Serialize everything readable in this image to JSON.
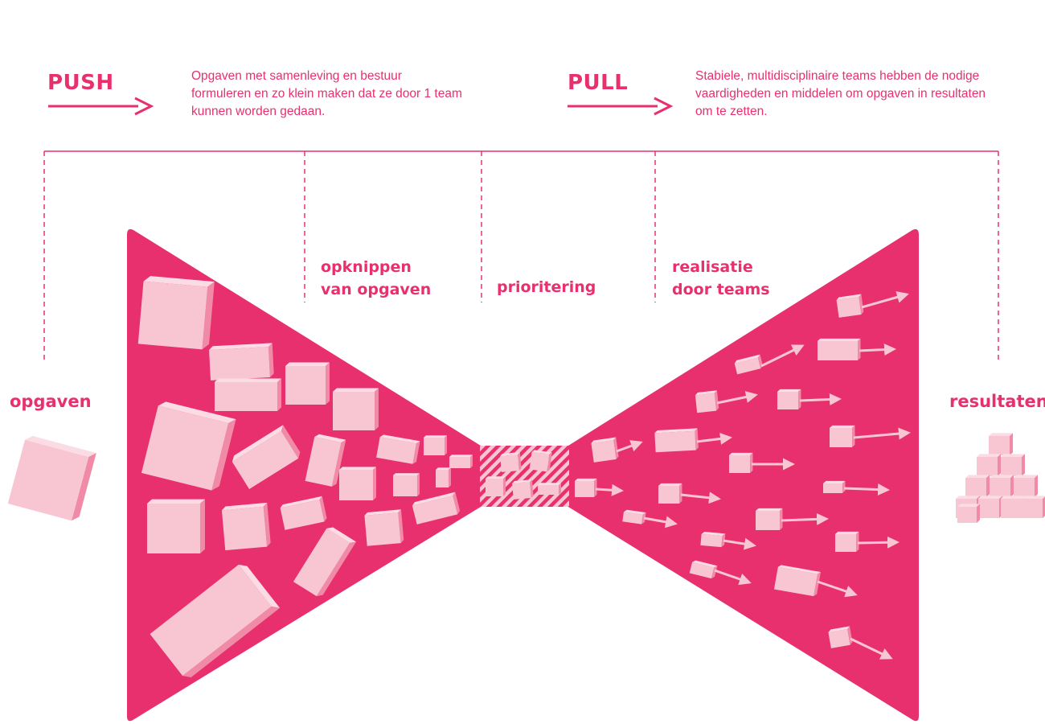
{
  "push": {
    "title": "PUSH",
    "description": "Opgaven met samenleving en bestuur formuleren en zo klein maken dat ze door 1 team kunnen worden gedaan."
  },
  "pull": {
    "title": "PULL",
    "description": "Stabiele, multidisciplinaire teams hebben de nodige vaardigheden en middelen om opgaven in resultaten om te zetten."
  },
  "stages": {
    "split_line1": "opknippen",
    "split_line2": "van opgaven",
    "prioritize": "prioritering",
    "realize_line1": "realisatie",
    "realize_line2": "door teams"
  },
  "input_label": "opgaven",
  "output_label": "resultaten",
  "colors": {
    "magenta": "#e8306e",
    "block_front": "#f8c6d3",
    "block_side": "#f08aa6",
    "block_top": "#fbdce5"
  }
}
